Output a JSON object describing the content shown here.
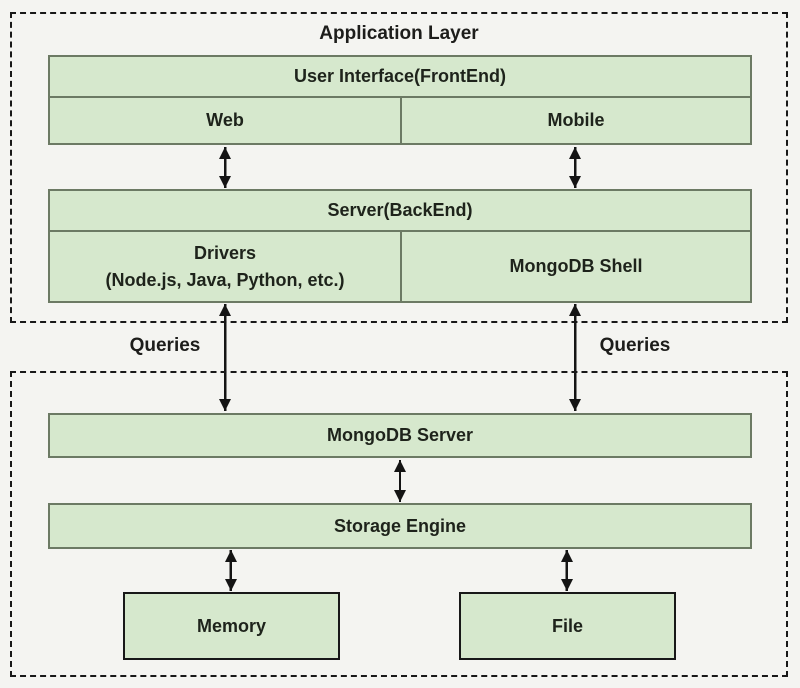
{
  "application_layer": {
    "title": "Application Layer",
    "frontend_table": {
      "header": "User Interface(FrontEnd)",
      "cell_left": "Web",
      "cell_right": "Mobile"
    },
    "backend_table": {
      "header": "Server(BackEnd)",
      "cell_left_line1": "Drivers",
      "cell_left_line2": "(Node.js, Java, Python, etc.)",
      "cell_right": "MongoDB Shell"
    }
  },
  "queries": {
    "left_label": "Queries",
    "right_label": "Queries"
  },
  "database_layer": {
    "server_bar": "MongoDB Server",
    "storage_bar": "Storage Engine",
    "memory_box": "Memory",
    "file_box": "File"
  },
  "colors": {
    "background": "#f4f4f1",
    "box_fill": "#d6e8cd",
    "box_border": "#6c7a64",
    "dark_border": "#181818",
    "arrow": "#141414",
    "text": "#1d1d1b"
  }
}
